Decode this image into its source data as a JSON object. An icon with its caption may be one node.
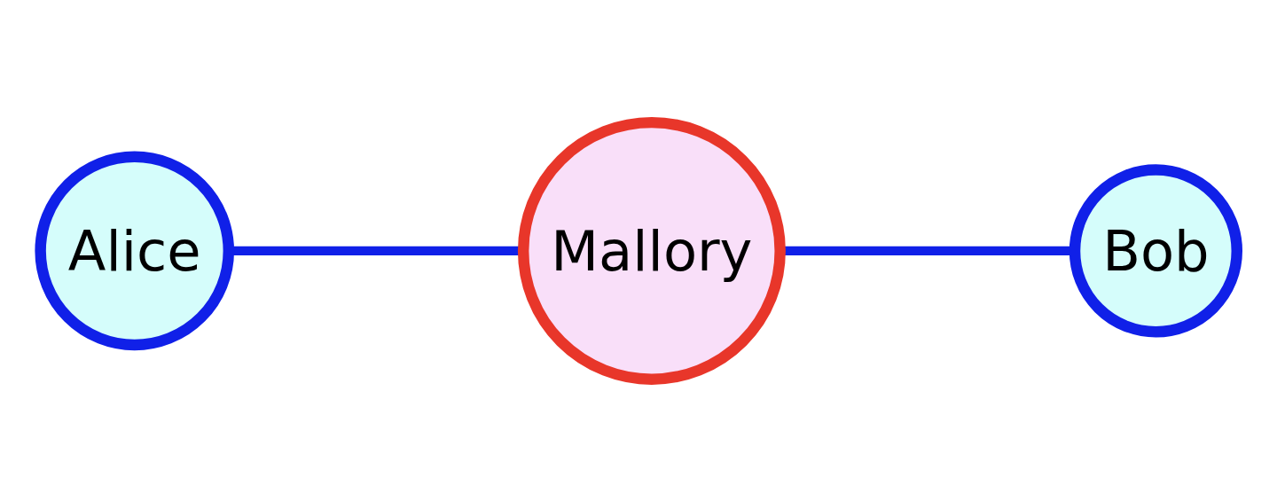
{
  "diagram": {
    "nodes": [
      {
        "text": [
          "Alice"
        ]
      },
      {
        "text": [
          "Mallory"
        ]
      },
      {
        "text": [
          "Bob"
        ]
      }
    ],
    "edges": [
      {
        "from": 0,
        "to": 1,
        "arrow": "none"
      },
      {
        "from": 1,
        "to": 2,
        "arrow": "none"
      }
    ]
  }
}
